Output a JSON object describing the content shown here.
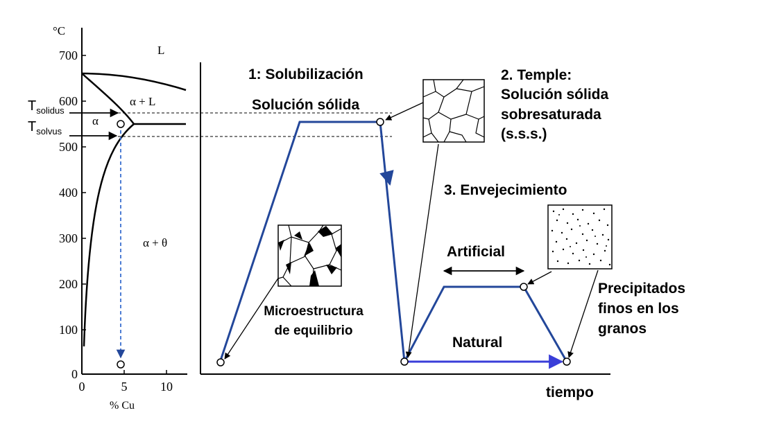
{
  "phase_diagram": {
    "unit_label": "°C",
    "x_label": "% Cu",
    "y_ticks": [
      "700",
      "600",
      "500",
      "400",
      "300",
      "200",
      "100",
      "0"
    ],
    "x_ticks": [
      "0",
      "5",
      "10"
    ],
    "region_liquid": "L",
    "region_alpha_liquid": "α + L",
    "region_alpha": "α",
    "region_alpha_theta": "α + θ",
    "t_solidus_main": "T",
    "t_solidus_sub": "solidus",
    "t_solvus_main": "T",
    "t_solvus_sub": "solvus"
  },
  "process": {
    "x_label": "tiempo",
    "step1_title": "1: Solubilización",
    "step1_sub": "Solución sólida",
    "step2_line1": "2. Temple:",
    "step2_line2": "Solución sólida",
    "step2_line3": "sobresaturada",
    "step2_line4": "(s.s.s.)",
    "step3_title": "3. Envejecimiento",
    "artificial_label": "Artificial",
    "natural_label": "Natural",
    "micro_eq_line1": "Microestructura",
    "micro_eq_line2": "de equilibrio",
    "precip_line1": "Precipitados",
    "precip_line2": "finos en los",
    "precip_line3": "granos"
  },
  "colors": {
    "curve_blue": "#23479a",
    "arrow_blue": "#3a3ed8",
    "ink": "#000000"
  }
}
